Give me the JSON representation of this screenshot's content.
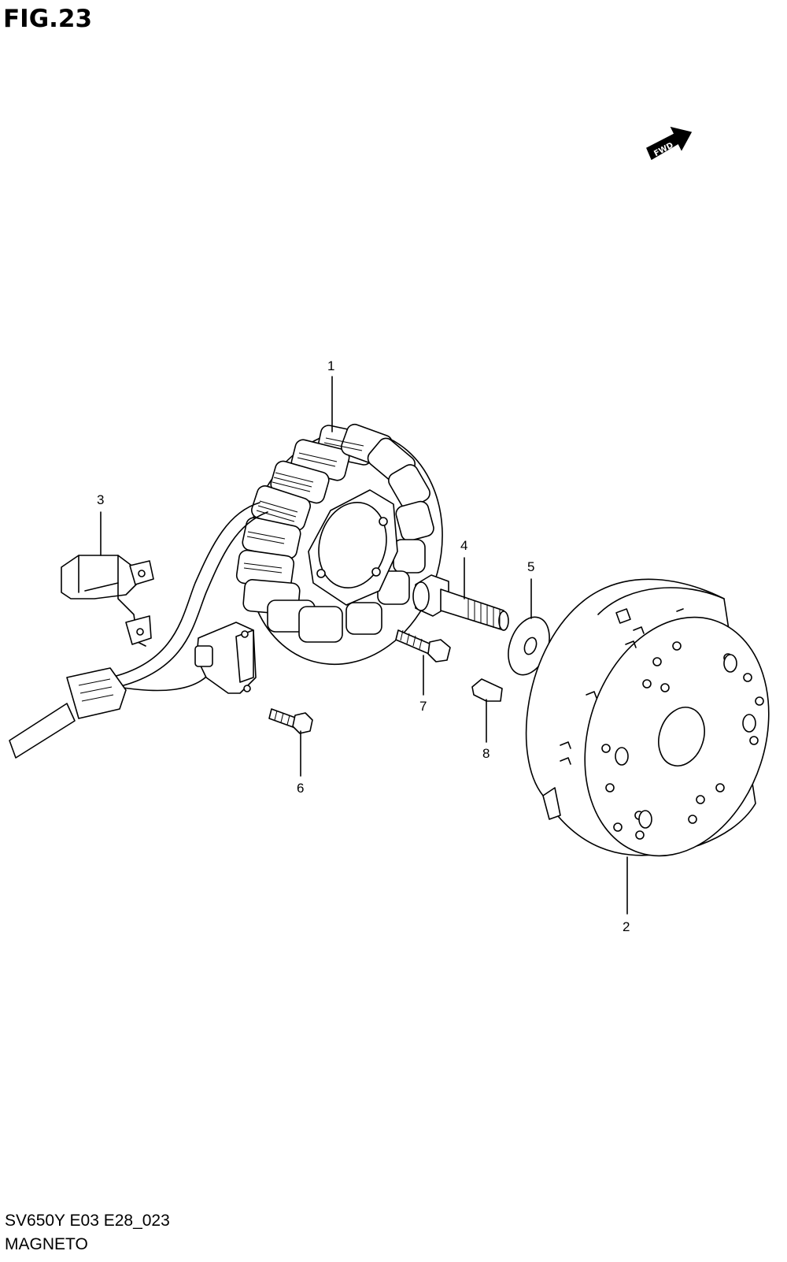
{
  "figure": {
    "title": "FIG.23"
  },
  "direction_badge": {
    "label": "FWD",
    "icon": "forward-arrow-icon"
  },
  "callouts": {
    "p1": "1",
    "p2": "2",
    "p3": "3",
    "p4": "4",
    "p5": "5",
    "p6": "6",
    "p7": "7",
    "p8": "8"
  },
  "footer": {
    "model_code": "SV650Y E03 E28_023",
    "section_name": "MAGNETO"
  }
}
